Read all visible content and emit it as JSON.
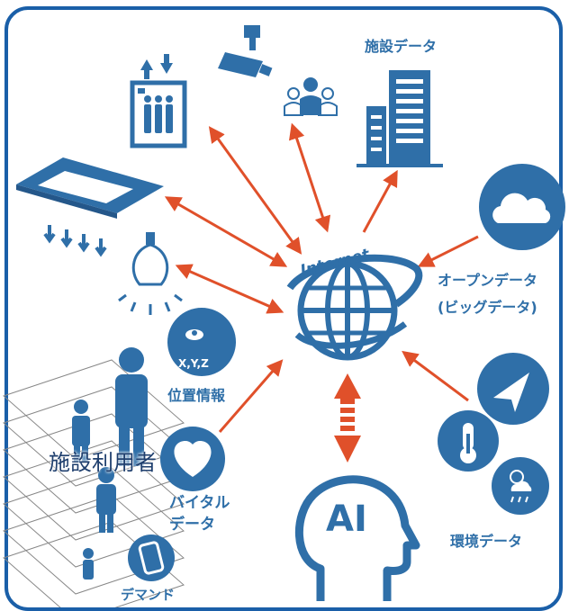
{
  "nodes": {
    "facility_data": "施設データ",
    "open_data_line1": "オープンデータ",
    "open_data_line2": "(ビッグデータ)",
    "internet": "Internet",
    "ai": "AI",
    "position_coords": "X,Y,Z",
    "position_info": "位置情報",
    "facility_users": "施設利用者",
    "vital_line1": "バイタル",
    "vital_line2": "データ",
    "demand": "デマンド",
    "environment_data": "環境データ"
  },
  "colors": {
    "icon_blue": "#2f6fa8",
    "arrow_orange": "#e0502a",
    "frame": "#1a5fa8"
  },
  "icons": [
    "elevator-icon",
    "security-camera-icon",
    "people-group-icon",
    "building-icon",
    "air-conditioner-icon",
    "light-bulb-icon",
    "cloud-icon",
    "globe-icon",
    "ai-head-icon",
    "location-pin-icon",
    "heart-icon",
    "phone-icon",
    "navigation-icon",
    "thermometer-icon",
    "weather-icon",
    "person-icon"
  ]
}
